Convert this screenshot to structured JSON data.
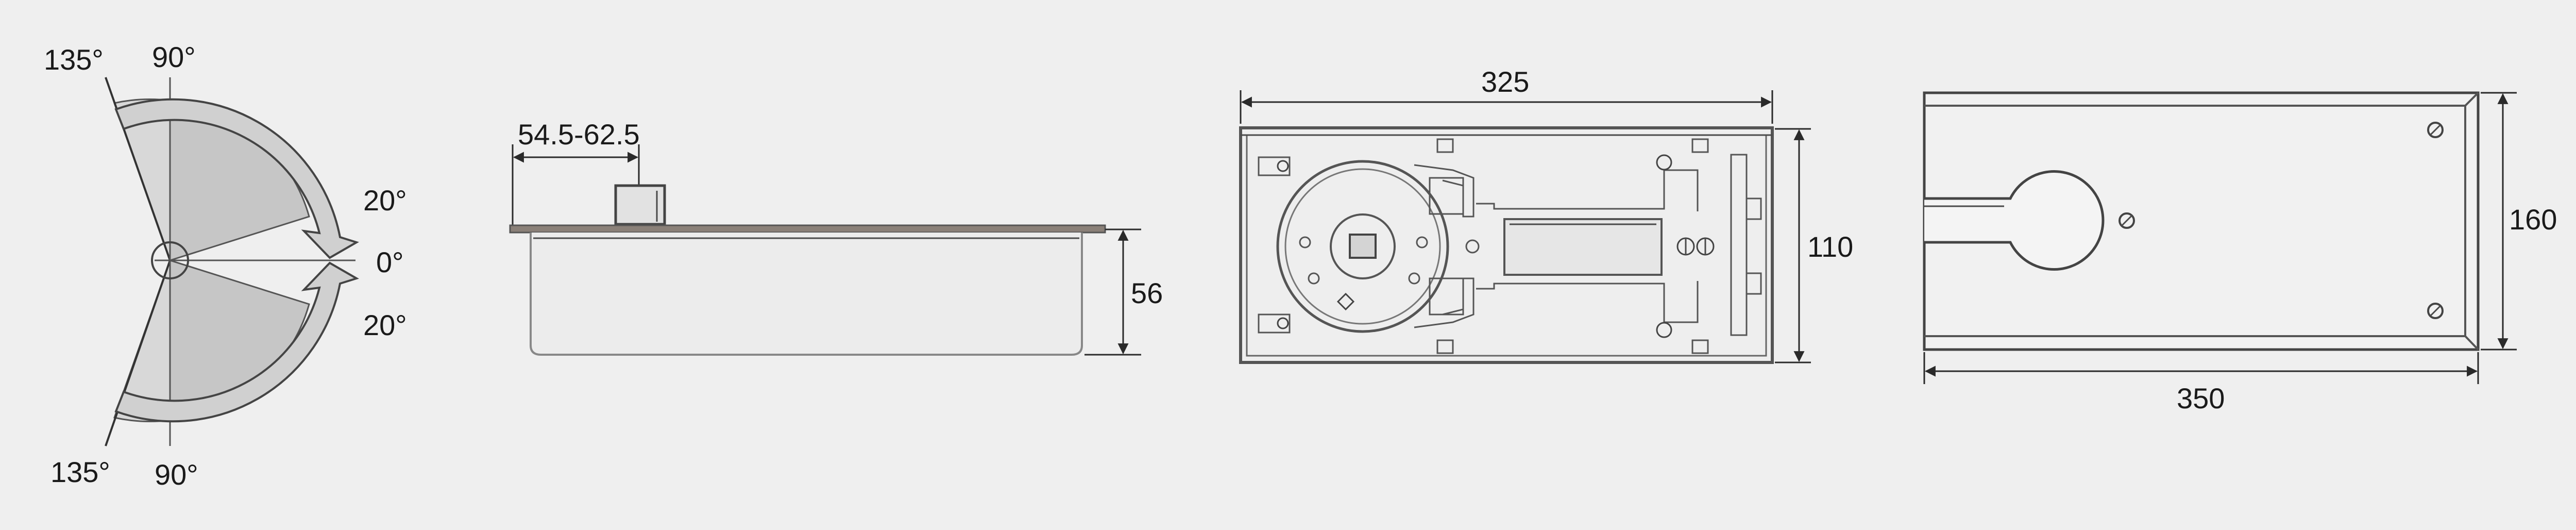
{
  "swing_diagram": {
    "angle_135_top": "135°",
    "angle_90_top": "90°",
    "angle_20_upper": "20°",
    "angle_0": "0°",
    "angle_20_lower": "20°",
    "angle_135_bottom": "135°",
    "angle_90_bottom": "90°"
  },
  "side_view": {
    "adjust_range": "54.5-62.5",
    "height": "56"
  },
  "top_view": {
    "width": "325",
    "depth": "110"
  },
  "cover_plate": {
    "width": "350",
    "depth": "160"
  },
  "colors": {
    "background": "#efefef",
    "line": "#3a3a3a",
    "fill_gray": "#c8c8c8",
    "fill_light": "#dcdcdc"
  }
}
